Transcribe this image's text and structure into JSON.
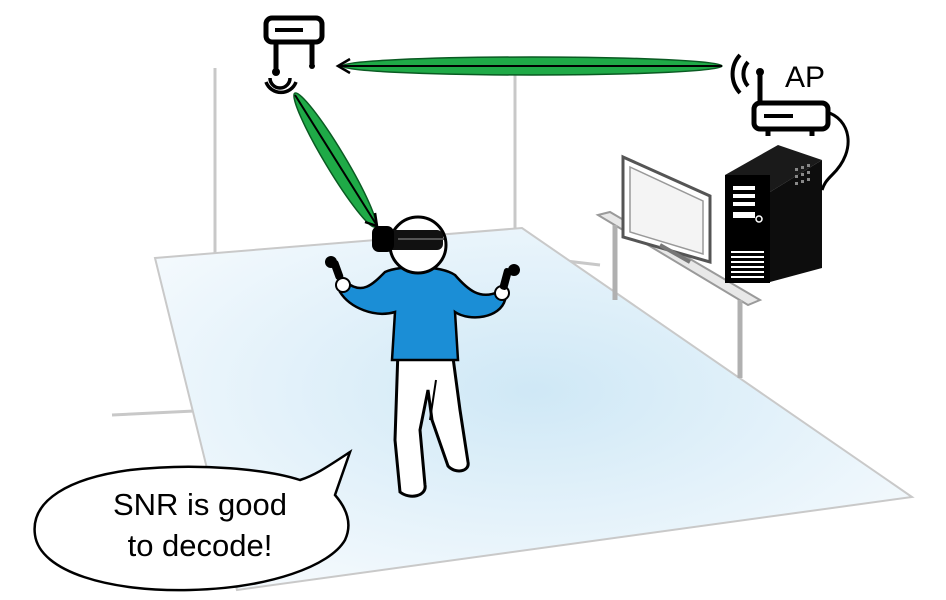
{
  "ap": {
    "label": "AP"
  },
  "speech": {
    "line1": "SNR is good",
    "line2": "to decode!"
  },
  "colors": {
    "beam": "#1faa47",
    "beam_outline": "#000000",
    "shirt": "#1b8ed6",
    "floor": "#dbeef8",
    "line": "#c8c8c8",
    "device": "#000000"
  },
  "icons": {
    "reflector": "reflector-icon",
    "access_point": "router-icon",
    "computer": "computer-tower-icon",
    "monitor": "monitor-icon",
    "headset": "vr-headset-icon",
    "controllers": "vr-controller-icon"
  }
}
